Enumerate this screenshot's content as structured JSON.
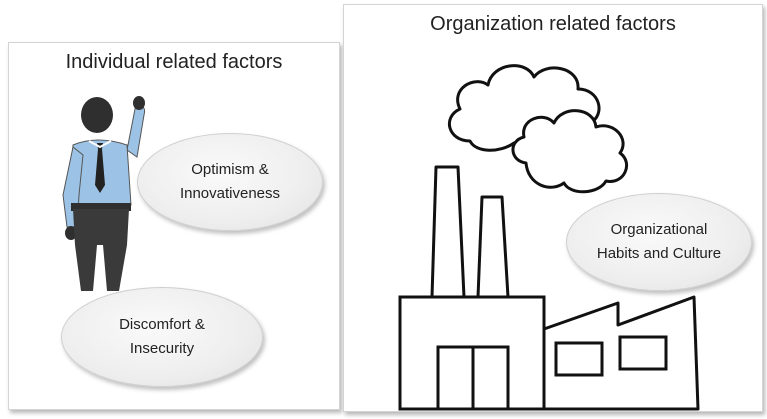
{
  "panels": {
    "individual": {
      "title": "Individual related factors",
      "bubbles": [
        {
          "line1": "Optimism &",
          "line2": "Innovativeness"
        },
        {
          "line1": "Discomfort &",
          "line2": "Insecurity"
        }
      ]
    },
    "organization": {
      "title": "Organization related factors",
      "bubbles": [
        {
          "line1": "Organizational",
          "line2": "Habits and Culture"
        }
      ]
    }
  },
  "icons": [
    "businessman-icon",
    "cloud-icon",
    "factory-icon"
  ],
  "colors": {
    "panel_border": "#d4d4d4",
    "bubble_fill": "#eeeeee",
    "shirt": "#9cc3e6",
    "suit": "#3a3a3a",
    "outline": "#111111"
  }
}
